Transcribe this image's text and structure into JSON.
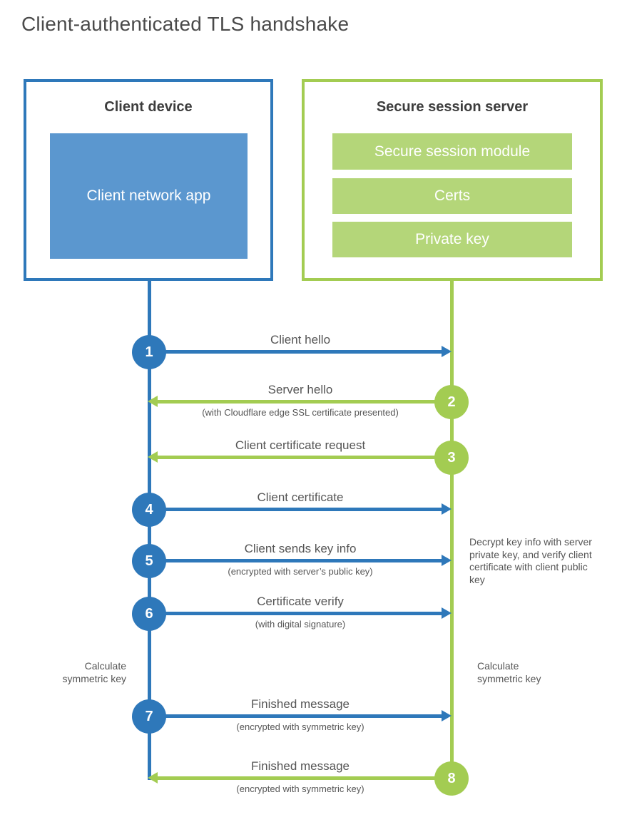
{
  "title": "Client-authenticated TLS handshake",
  "colors": {
    "blue": "#2e78ba",
    "blue-fill": "#5b97cf",
    "green": "#a3cc52",
    "green-fill": "#b4d679"
  },
  "client": {
    "title": "Client device",
    "app_label": "Client network app"
  },
  "server": {
    "title": "Secure session server",
    "modules": [
      "Secure session module",
      "Certs",
      "Private key"
    ]
  },
  "messages": [
    {
      "step": "1",
      "label": "Client hello",
      "sublabel": "",
      "from": "client",
      "to": "server"
    },
    {
      "step": "2",
      "label": "Server hello",
      "sublabel": "(with Cloudflare edge SSL certificate presented)",
      "from": "server",
      "to": "client"
    },
    {
      "step": "3",
      "label": "Client certificate request",
      "sublabel": "",
      "from": "server",
      "to": "client"
    },
    {
      "step": "4",
      "label": "Client certificate",
      "sublabel": "",
      "from": "client",
      "to": "server"
    },
    {
      "step": "5",
      "label": "Client sends key info",
      "sublabel": "(encrypted with server’s public key)",
      "from": "client",
      "to": "server"
    },
    {
      "step": "6",
      "label": "Certificate verify",
      "sublabel": "(with digital signature)",
      "from": "client",
      "to": "server"
    },
    {
      "step": "7",
      "label": "Finished message",
      "sublabel": "(encrypted with symmetric key)",
      "from": "client",
      "to": "server"
    },
    {
      "step": "8",
      "label": "Finished message",
      "sublabel": "(encrypted with symmetric key)",
      "from": "server",
      "to": "client"
    }
  ],
  "notes": {
    "decrypt": "Decrypt key info with server private key, and verify client certificate with client public key",
    "calc_left": "Calculate symmetric key",
    "calc_right": "Calculate symmetric key"
  }
}
